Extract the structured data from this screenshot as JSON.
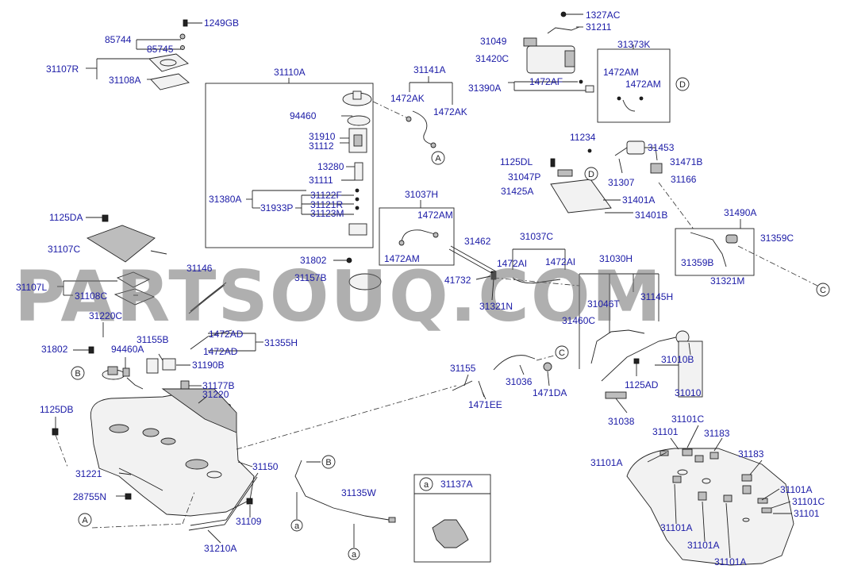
{
  "watermark": "PARTSOUQ.COM",
  "callouts": [
    "A",
    "B",
    "C",
    "D"
  ],
  "inset_box": {
    "ref": "a",
    "part": "31137A"
  },
  "labels": {
    "l1249GB": "1249GB",
    "l85744": "85744",
    "l85745": "85745",
    "l31107R": "31107R",
    "l31108A": "31108A",
    "l31110A": "31110A",
    "l94460": "94460",
    "l31910": "31910",
    "l31112": "31112",
    "l13280": "13280",
    "l31111": "31111",
    "l31380A": "31380A",
    "l31122F": "31122F",
    "l31933P": "31933P",
    "l31121R": "31121R",
    "l31123M": "31123M",
    "l31141A": "31141A",
    "l1472AK_1": "1472AK",
    "l1472AK_2": "1472AK",
    "l1327AC": "1327AC",
    "l31211": "31211",
    "l31049": "31049",
    "l31420C": "31420C",
    "l31373K": "31373K",
    "l31390A": "31390A",
    "l1472AF": "1472AF",
    "l1472AM_1": "1472AM",
    "l1472AM_2": "1472AM",
    "l11234": "11234",
    "l31453": "31453",
    "l1125DL": "1125DL",
    "l31471B": "31471B",
    "l31047P": "31047P",
    "l31166": "31166",
    "l31307": "31307",
    "l31425A": "31425A",
    "l31401A": "31401A",
    "l31401B": "31401B",
    "l31490A": "31490A",
    "l31359C": "31359C",
    "l31359B": "31359B",
    "l31321M": "31321M",
    "l31037H": "31037H",
    "l1472AM_3": "1472AM",
    "l1472AM_4": "1472AM",
    "l31462": "31462",
    "l31037C": "31037C",
    "l1472AI_1": "1472AI",
    "l1472AI_2": "1472AI",
    "l41732": "41732",
    "l31321N": "31321N",
    "l1125DA": "1125DA",
    "l31107C": "31107C",
    "l31107L": "31107L",
    "l31108C": "31108C",
    "l31802_1": "31802",
    "l31157B": "31157B",
    "l31146": "31146",
    "l31220C": "31220C",
    "l31802_2": "31802",
    "l94460A": "94460A",
    "l31155B": "31155B",
    "l1472AD_1": "1472AD",
    "l1472AD_2": "1472AD",
    "l31355H": "31355H",
    "l31190B": "31190B",
    "l31177B": "31177B",
    "l31220": "31220",
    "l1125DB": "1125DB",
    "l31030H": "31030H",
    "l31046T": "31046T",
    "l31145H": "31145H",
    "l31460C": "31460C",
    "l31155": "31155",
    "l31036": "31036",
    "l1471DA": "1471DA",
    "l1471EE": "1471EE",
    "l31010B": "31010B",
    "l1125AD": "1125AD",
    "l31010": "31010",
    "l31038": "31038",
    "l31221": "31221",
    "l31150": "31150",
    "l28755N": "28755N",
    "l31109": "31109",
    "l31210A": "31210A",
    "l31135W": "31135W",
    "l31101_1": "31101",
    "l31101C_1": "31101C",
    "l31183_1": "31183",
    "l31101A_1": "31101A",
    "l31183_2": "31183",
    "l31101A_2": "31101A",
    "l31101C_2": "31101C",
    "l31101_2": "31101",
    "l31101A_3": "31101A",
    "l31101A_4": "31101A",
    "l31101A_5": "31101A"
  }
}
